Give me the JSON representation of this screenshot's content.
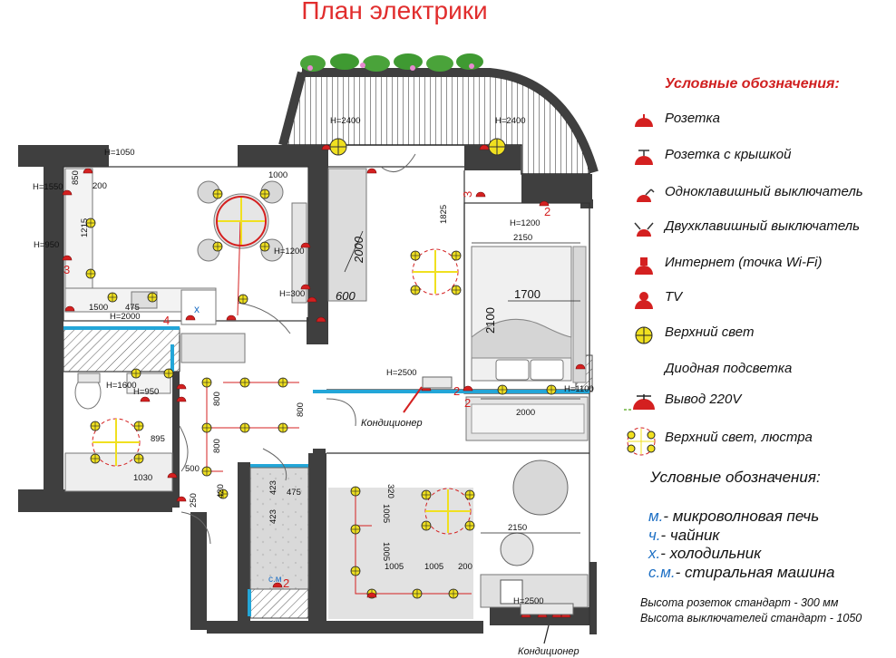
{
  "title": "План электрики",
  "legend": {
    "title": "Условные обозначения:",
    "items": [
      {
        "label": "Розетка",
        "icon": "socket-icon"
      },
      {
        "label": "Розетка с крышкой",
        "icon": "socket-lid-icon"
      },
      {
        "label": "Одноклавишный выключатель",
        "icon": "single-switch-icon"
      },
      {
        "label": "Двухклавишный выключатель",
        "icon": "double-switch-icon"
      },
      {
        "label": "Интернет (точка Wi-Fi)",
        "icon": "internet-icon"
      },
      {
        "label": "TV",
        "icon": "tv-icon"
      },
      {
        "label": "Верхний свет",
        "icon": "ceiling-light-icon"
      },
      {
        "label": "Диодная подсветка",
        "icon": "led-strip-icon"
      },
      {
        "label": "Вывод 220V",
        "icon": "outlet-220v-icon"
      },
      {
        "label": "Верхний свет, люстра",
        "icon": "chandelier-icon"
      }
    ]
  },
  "abbreviations": {
    "title": "Условные обозначения:",
    "items": [
      {
        "key": "м.",
        "text": "- микроволновая печь"
      },
      {
        "key": "ч.",
        "text": "- чайник"
      },
      {
        "key": "х.",
        "text": "- холодильник"
      },
      {
        "key": "с.м.",
        "text": "- стиральная машина"
      }
    ]
  },
  "notes": [
    "Высота розеток стандарт - 300 мм",
    "Высота выключателей стандарт - 1050"
  ],
  "plan_labels": {
    "h2400_left": "H=2400",
    "h2400_right": "H=2400",
    "h1050": "H=1050",
    "h1550": "H=1550",
    "h950_left": "H=950",
    "h1200_kitchen": "H=1200",
    "h300": "H=300",
    "h2000": "H=2000",
    "h1200_bed": "H=1200",
    "h2500_mid": "H=2500",
    "h1100": "H=1100",
    "h1600": "H=1600",
    "h950_bath": "H=950",
    "h2500_bottom": "H=2500",
    "d1000": "1000",
    "d850": "850",
    "d200": "200",
    "d1215": "1215",
    "d1500": "1500",
    "d475_kitchen": "475",
    "d2000_vertical": "2000",
    "d600": "600",
    "d1825": "1825",
    "d2150_top": "2150",
    "d1700": "1700",
    "d2100": "2100",
    "d2000_sofa": "2000",
    "d800_a": "800",
    "d800_b": "800",
    "d800_c": "800",
    "d420": "420",
    "d895": "895",
    "d1030": "1030",
    "d500": "500",
    "d250": "250",
    "d423_a": "423",
    "d423_b": "423",
    "d475_hall": "475",
    "d320": "320",
    "d1005_a": "1005",
    "d1005_b": "1005",
    "d1005_c": "1005",
    "d1005_d": "1005",
    "d200_b": "200",
    "d2150_bottom": "2150",
    "num2_a": "2",
    "num2_b": "2",
    "num2_c": "2",
    "num3_a": "3",
    "num3_b": "3",
    "num4": "4",
    "num2_d": "2",
    "x_fridge": "х",
    "cm_label": "с.м",
    "conditioner_mid": "Кондиционер",
    "conditioner_bottom": "Кондиционер"
  },
  "colors": {
    "title": "#e12d2d",
    "legend_title": "#d02020",
    "wall": "#3f3f3f",
    "device_red": "#d42020",
    "light_yellow": "#f0e020",
    "abbr_key": "#1d6fc4",
    "cyan_wall": "#23a6d8"
  }
}
